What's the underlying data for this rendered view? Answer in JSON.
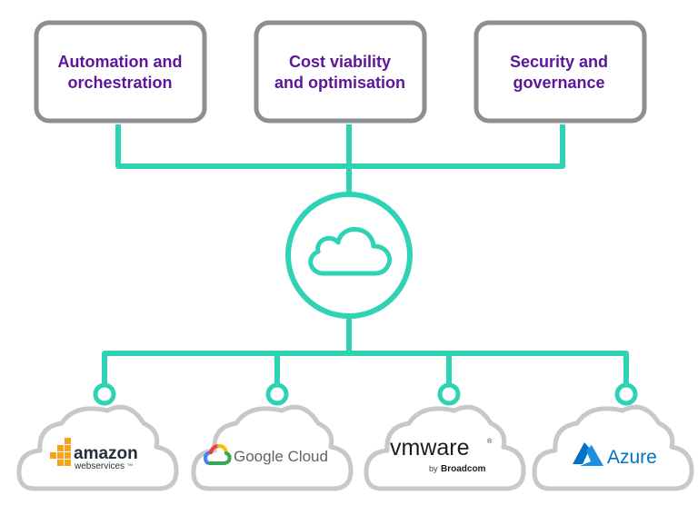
{
  "colors": {
    "connector": "#2ed3b3",
    "box_border": "#8e8e92",
    "box_text": "#5b169b",
    "cloud_border": "#c8c8ca"
  },
  "top_boxes": [
    {
      "line1": "Automation and",
      "line2": "orchestration"
    },
    {
      "line1": "Cost viability",
      "line2": "and optimisation"
    },
    {
      "line1": "Security and",
      "line2": "governance"
    }
  ],
  "center": {
    "icon": "cloud-icon"
  },
  "providers": [
    {
      "id": "aws",
      "brand": "amazon",
      "sub": "webservices",
      "tm": "TM",
      "icon": "aws-cubes-icon"
    },
    {
      "id": "google",
      "brand": "Google Cloud",
      "icon": "google-cloud-icon"
    },
    {
      "id": "vmware",
      "brand": "vmware",
      "reg": "®",
      "sub_prefix": "by",
      "sub": "Broadcom"
    },
    {
      "id": "azure",
      "brand": "Azure",
      "icon": "azure-icon"
    }
  ]
}
